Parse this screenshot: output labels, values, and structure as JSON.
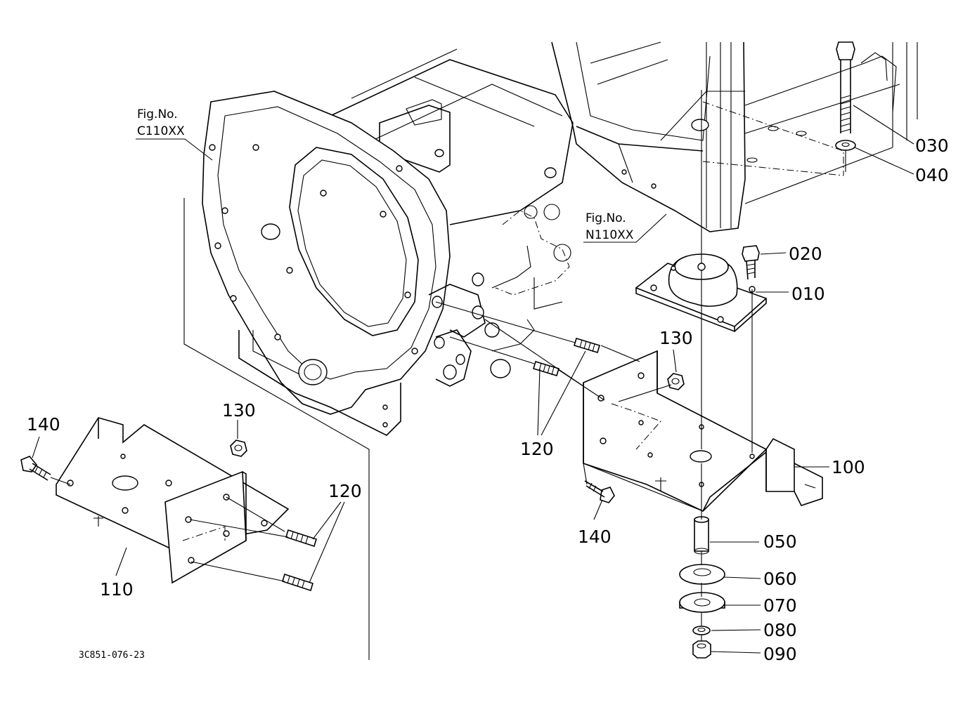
{
  "figure_refs": {
    "left": {
      "line1": "Fig.No.",
      "line2": "C110XX"
    },
    "right": {
      "line1": "Fig.No.",
      "line2": "N110XX"
    }
  },
  "part_labels": {
    "p010": "010",
    "p020": "020",
    "p030": "030",
    "p040": "040",
    "p050": "050",
    "p060": "060",
    "p070": "070",
    "p080": "080",
    "p090": "090",
    "p100": "100",
    "p110": "110",
    "p120_left": "120",
    "p120_center": "120",
    "p130_left": "130",
    "p130_right": "130",
    "p140_left": "140",
    "p140_center": "140"
  },
  "drawing_code": "3C851-076-23"
}
